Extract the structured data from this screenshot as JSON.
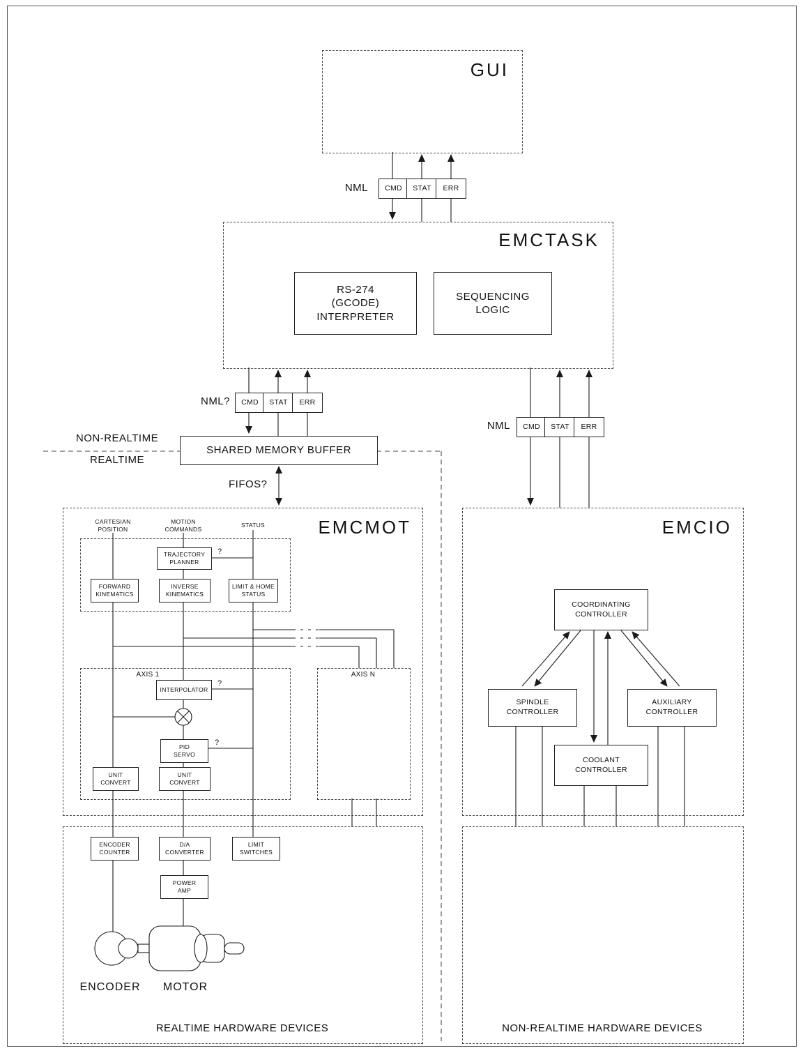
{
  "nodes": {
    "gui": {
      "title": "GUI"
    },
    "emctask": {
      "title": "EMCTASK"
    },
    "emcmot": {
      "title": "EMCMOT"
    },
    "emcio": {
      "title": "EMCIO"
    },
    "interpreter": {
      "label": "RS-274\n(GCODE)\nINTERPRETER"
    },
    "sequencing": {
      "label": "SEQUENCING\nLOGIC"
    },
    "shared_memory": {
      "label": "SHARED MEMORY BUFFER"
    },
    "trajectory_planner": {
      "label": "TRAJECTORY\nPLANNER"
    },
    "forward_kinematics": {
      "label": "FORWARD\nKINEMATICS"
    },
    "inverse_kinematics": {
      "label": "INVERSE\nKINEMATICS"
    },
    "limit_home_status": {
      "label": "LIMIT & HOME\nSTATUS"
    },
    "interpolator": {
      "label": "INTERPOLATOR"
    },
    "pid_servo": {
      "label": "PID\nSERVO"
    },
    "unit_convert": {
      "label": "UNIT\nCONVERT"
    },
    "axis1": {
      "label": "AXIS 1"
    },
    "axisn": {
      "label": "AXIS N"
    },
    "encoder_counter": {
      "label": "ENCODER\nCOUNTER"
    },
    "da_converter": {
      "label": "D/A\nCONVERTER"
    },
    "limit_switches": {
      "label": "LIMIT\nSWITCHES"
    },
    "power_amp": {
      "label": "POWER\nAMP"
    },
    "coordinating_controller": {
      "label": "COORDINATING\nCONTROLLER"
    },
    "spindle_controller": {
      "label": "SPINDLE\nCONTROLLER"
    },
    "auxiliary_controller": {
      "label": "AUXILIARY\nCONTROLLER"
    },
    "coolant_controller": {
      "label": "COOLANT\nCONTROLLER"
    }
  },
  "channels": {
    "cmd": "CMD",
    "stat": "STAT",
    "err": "ERR"
  },
  "labels": {
    "nml_top": "NML",
    "nml_left": "NML?",
    "nml_right": "NML",
    "non_realtime": "NON-REALTIME",
    "realtime": "REALTIME",
    "fifos": "FIFOS?",
    "cartesian_position": "CARTESIAN\nPOSITION",
    "motion_commands": "MOTION\nCOMMANDS",
    "status": "STATUS",
    "question": "?",
    "encoder": "ENCODER",
    "motor": "MOTOR",
    "realtime_hw": "REALTIME HARDWARE DEVICES",
    "non_realtime_hw": "NON-REALTIME HARDWARE DEVICES"
  }
}
